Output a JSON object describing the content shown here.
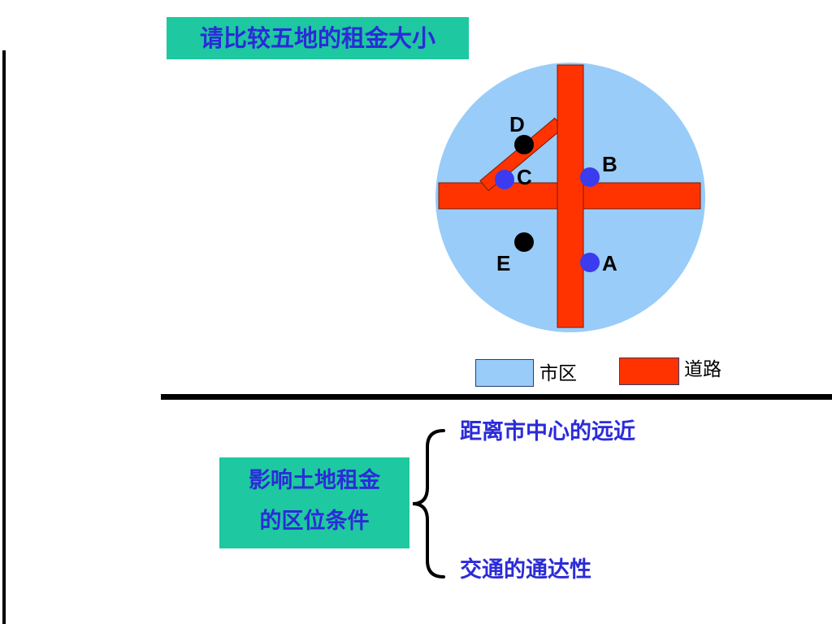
{
  "title": "请比较五地的租金大小",
  "map": {
    "points": {
      "A": {
        "label": "A",
        "color": "#3b3bf0"
      },
      "B": {
        "label": "B",
        "color": "#3b3bf0"
      },
      "C": {
        "label": "C",
        "color": "#3b3bf0"
      },
      "D": {
        "label": "D",
        "color": "#000000"
      },
      "E": {
        "label": "E",
        "color": "#000000"
      }
    },
    "colors": {
      "urban_area": "#99ccf8",
      "road": "#ff3300"
    }
  },
  "legend": {
    "urban_area_label": "市区",
    "road_label": "道路"
  },
  "factors": {
    "box_line1": "影响土地租金",
    "box_line2": "的区位条件",
    "items": [
      "距离市中心的远近",
      "交通的通达性"
    ]
  }
}
